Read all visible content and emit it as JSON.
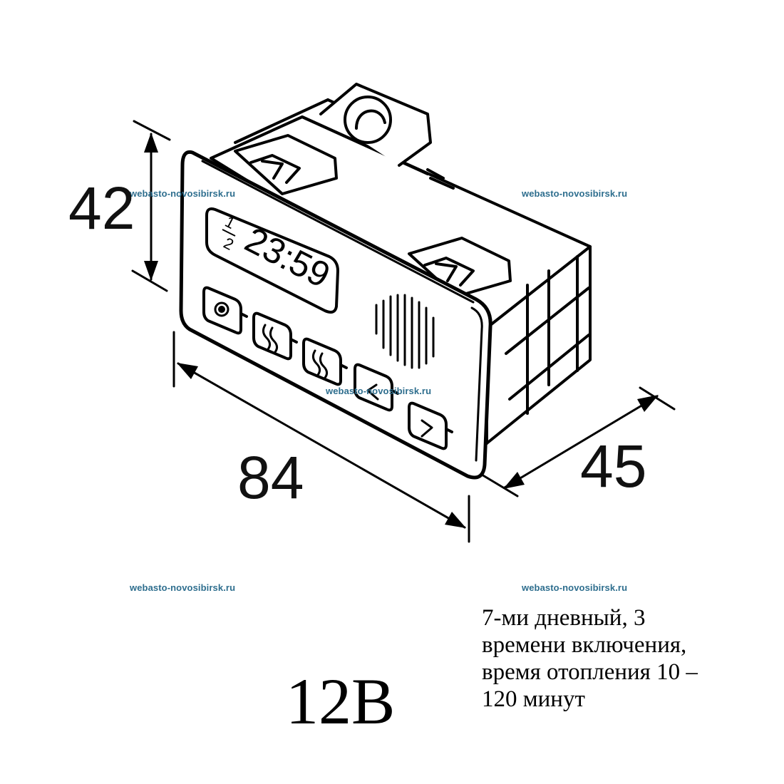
{
  "watermarks": [
    "webasto-novosibirsk.ru",
    "webasto-novosibirsk.ru",
    "webasto-novosibirsk.ru",
    "webasto-novosibirsk.ru",
    "webasto-novosibirsk.ru"
  ],
  "dimensions": {
    "height": "42",
    "width": "84",
    "depth": "45"
  },
  "display": {
    "program_top": "1",
    "program_bottom": "2",
    "time": "23:59"
  },
  "voltage": "12В",
  "description": [
    "7-ми дневный, 3",
    "времени включения,",
    "время отопления 10 –",
    "120 минут"
  ],
  "icons": {
    "button_1": "power-icon",
    "button_2": "heat-wave-icon",
    "button_3": "heat-wave-icon",
    "button_4": "arrow-left-icon",
    "button_5": "arrow-right-icon",
    "speaker": "speaker-grille-icon"
  }
}
